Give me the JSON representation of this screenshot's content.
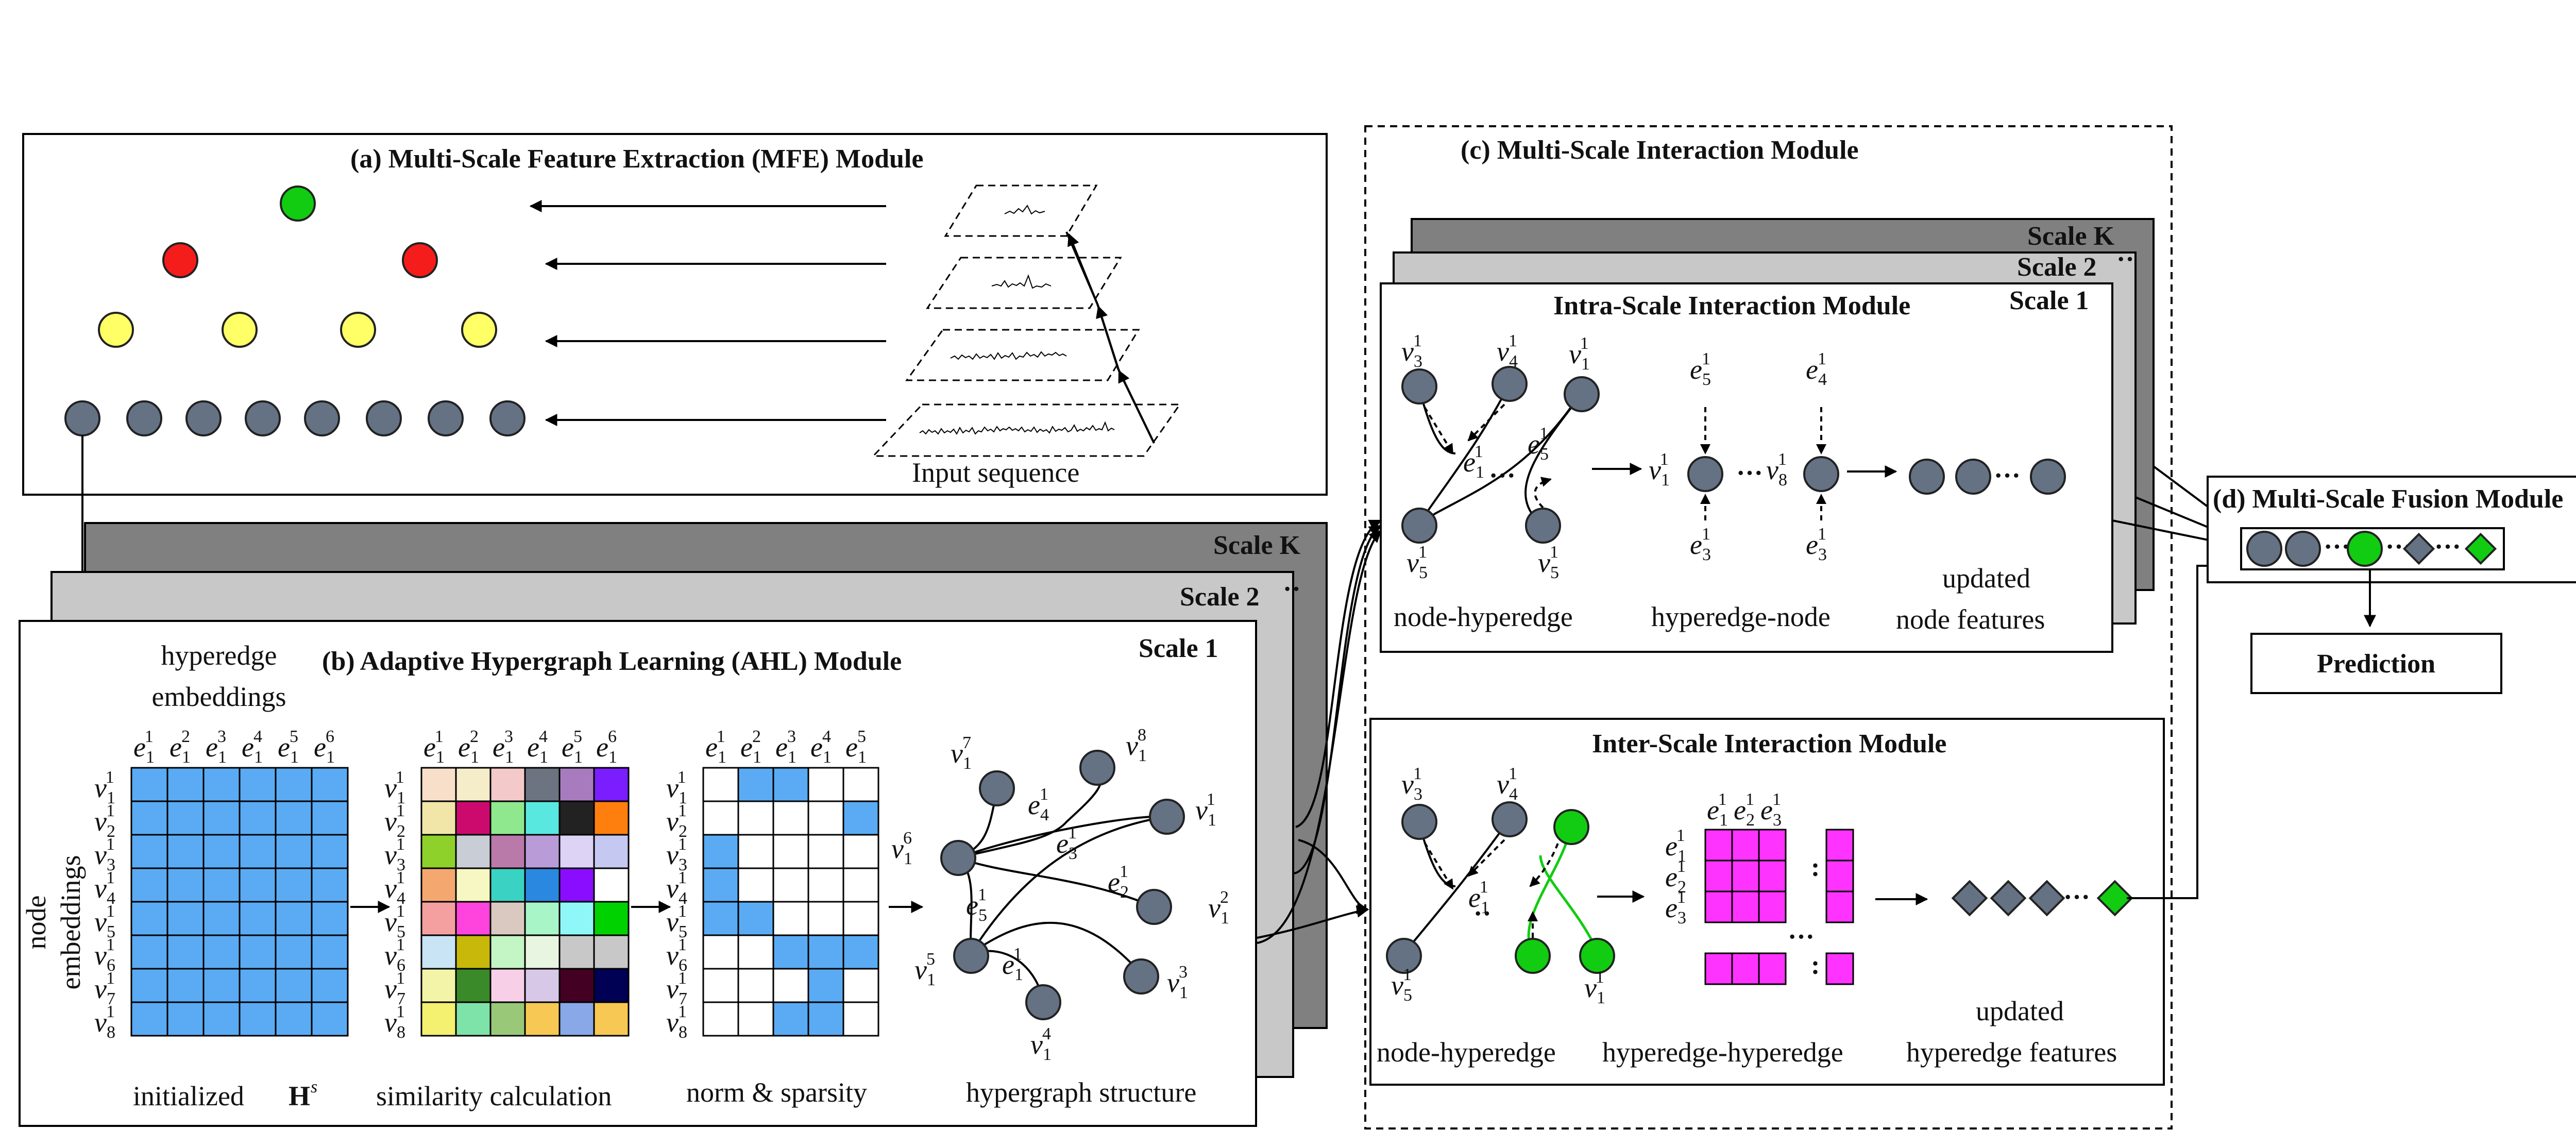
{
  "panels": {
    "a": {
      "title": "(a)  Multi-Scale Feature Extraction (MFE)  Module",
      "input_label": "Input sequence"
    },
    "b": {
      "title": "(b)  Adaptive Hypergraph Learning (AHL) Module",
      "scale1": "Scale 1",
      "scale2": "Scale 2",
      "scaleK": "Scale K",
      "hyperedge_embeddings_1": "hyperedge",
      "hyperedge_embeddings_2": "embeddings",
      "node_embeddings_1": "node",
      "node_embeddings_2": "embeddings",
      "cap_init": "initialized",
      "cap_H": "H",
      "cap_Hsup": "s",
      "cap_sim": "similarity calculation",
      "cap_norm": "norm & sparsity",
      "cap_struct": "hypergraph structure"
    },
    "c": {
      "title": "(c)  Multi-Scale Interaction Module",
      "scale1": "Scale 1",
      "scale2": "Scale 2",
      "scaleK": "Scale K",
      "intra_title": "Intra-Scale Interaction Module",
      "inter_title": "Inter-Scale Interaction Module",
      "cap_node_hyperedge": "node-hyperedge",
      "cap_hyperedge_node": "hyperedge-node",
      "cap_updated": "updated",
      "cap_node_features": "node features",
      "cap_node_hyperedge2": "node-hyperedge",
      "cap_hyperedge_hyperedge": "hyperedge-hyperedge",
      "cap_updated2": "updated",
      "cap_hyperedge_features": "hyperedge features"
    },
    "d": {
      "title": "(d) Multi-Scale Fusion Module",
      "prediction": "Prediction"
    }
  },
  "matrices": {
    "init": {
      "rows": 8,
      "cols": 6,
      "fill": "#5aabf3"
    },
    "similarity": {
      "rows": 8,
      "cols": 6,
      "colors": [
        [
          "#f8dfc9",
          "#f5ecc9",
          "#f3c9c9",
          "#6b7480",
          "#a87bbf",
          "#7a1dff"
        ],
        [
          "#f1e6a8",
          "#cc0a6e",
          "#8fe88e",
          "#59e8df",
          "#222222",
          "#ff7f0e"
        ],
        [
          "#8ed12a",
          "#c8cdd6",
          "#b97aaa",
          "#b99bd8",
          "#dcd3f5",
          "#c5c8f0"
        ],
        [
          "#f4a870",
          "#f7f7c3",
          "#3ad3c3",
          "#2b88e0",
          "#8a0dff",
          "#ffffff"
        ],
        [
          "#f4a0a0",
          "#ff44dd",
          "#d9c9c0",
          "#a8f5c8",
          "#8ff7f7",
          "#00d200"
        ],
        [
          "#c8e4f5",
          "#c8b80a",
          "#c4f5c4",
          "#e8f5e0",
          "#c8c8c8",
          "#c8c8c8"
        ],
        [
          "#f4f4a8",
          "#3b8a2a",
          "#f7d0e8",
          "#d8c8e8",
          "#440022",
          "#000055"
        ],
        [
          "#f4f070",
          "#7ee3a8",
          "#98c878",
          "#f7c853",
          "#88a8e8",
          "#f7c853"
        ]
      ]
    },
    "sparse": {
      "rows": 8,
      "cols": 5,
      "fill": "#5aabf3",
      "cells": [
        [
          0,
          1
        ],
        [
          0,
          2
        ],
        [
          1,
          4
        ],
        [
          2,
          0
        ],
        [
          3,
          0
        ],
        [
          4,
          0
        ],
        [
          4,
          1
        ],
        [
          5,
          2
        ],
        [
          5,
          3
        ],
        [
          5,
          4
        ],
        [
          6,
          3
        ],
        [
          7,
          2
        ],
        [
          7,
          3
        ]
      ]
    }
  },
  "labels": {
    "v": "v",
    "e": "e",
    "one": "1",
    "dots": "···"
  },
  "colors": {
    "node_gray": "#647284",
    "red": "#f51c1c",
    "yellow": "#ffff66",
    "green": "#11cc11",
    "magenta": "#ff33ff",
    "blue": "#5aabf3",
    "scale_dark": "#808080",
    "scale_light": "#c8c8c8"
  }
}
